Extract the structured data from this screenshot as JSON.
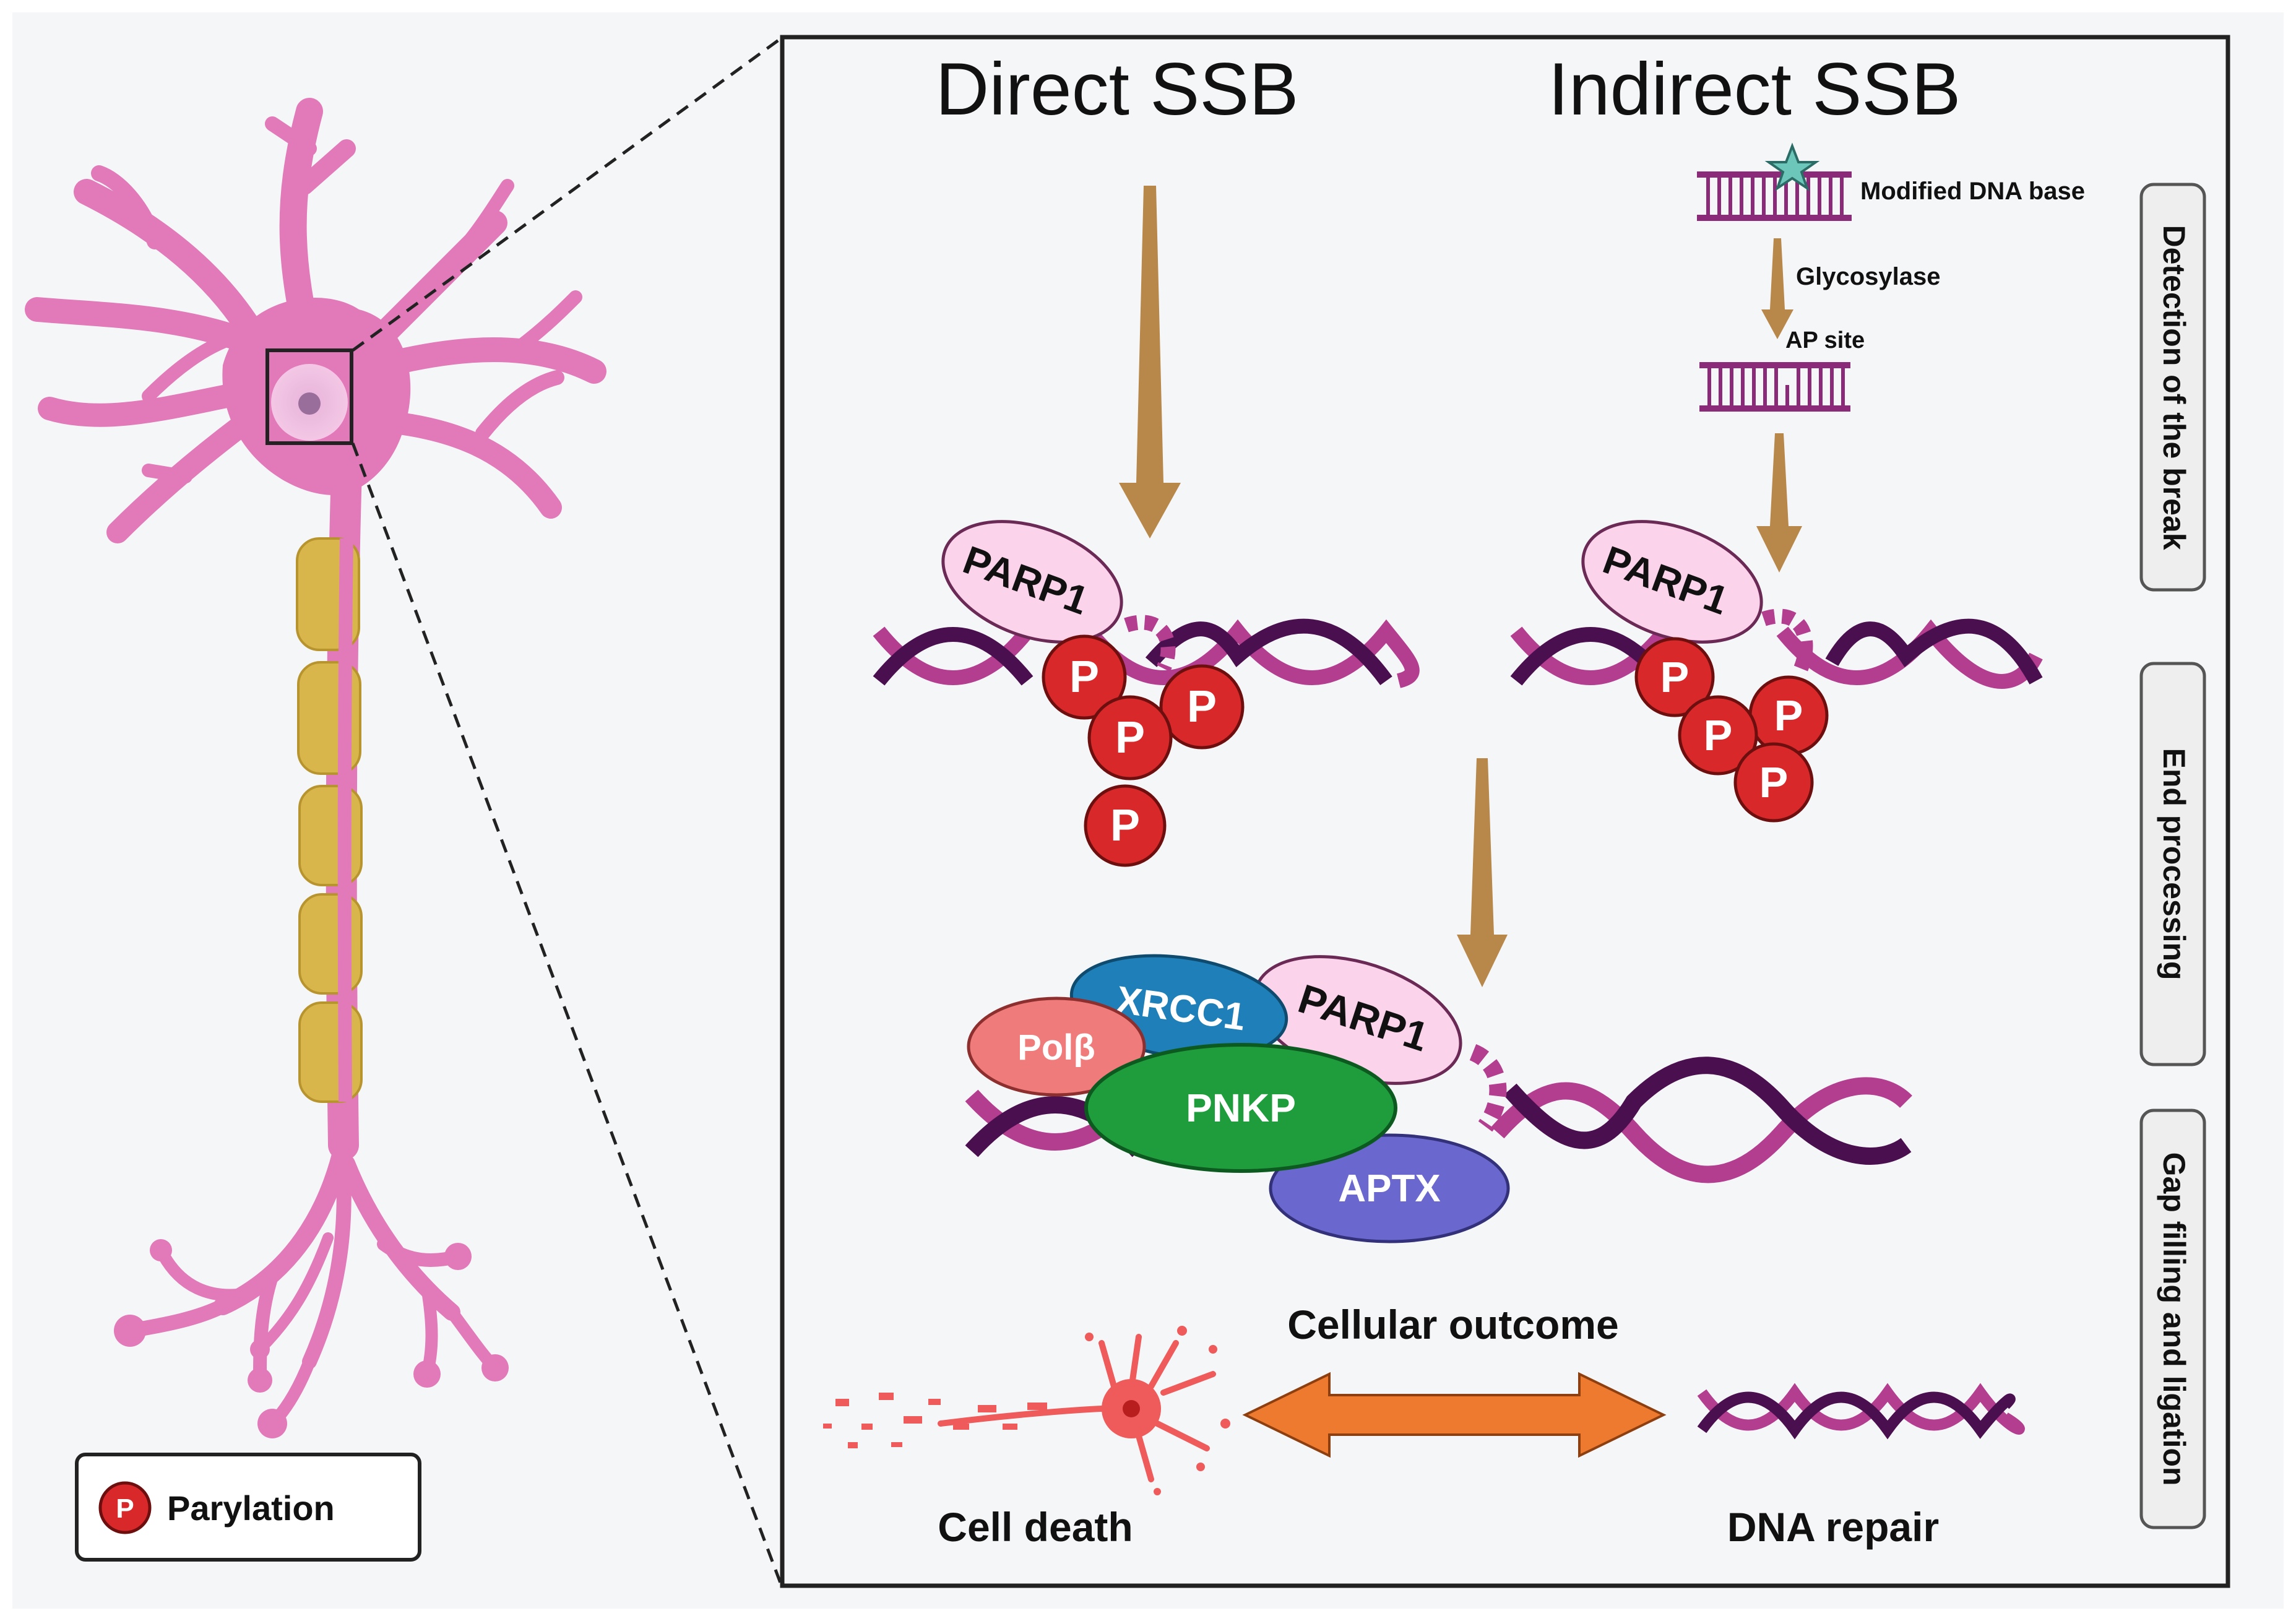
{
  "titles": {
    "direct": "Direct SSB",
    "indirect": "Indirect SSB"
  },
  "indirect_pathway": {
    "modified_base": "Modified DNA base",
    "glycosylase": "Glycosylase",
    "ap_site": "AP site"
  },
  "stages": {
    "detection": "Detection of the break",
    "end_processing": "End processing",
    "gap_filling": "Gap filling and ligation"
  },
  "proteins": {
    "parp1": "PARP1",
    "xrcc1": "XRCC1",
    "polb": "Polβ",
    "pnkp": "PNKP",
    "aptx": "APTX"
  },
  "parylation_mark": "P",
  "legend": {
    "label": "Parylation"
  },
  "outcome": {
    "title": "Cellular outcome",
    "cell_death": "Cell death",
    "dna_repair": "DNA repair"
  },
  "colors": {
    "neuron": "#e27ab9",
    "myelin": "#d9b64c",
    "parp1_fill": "#fbd3ea",
    "p_red": "#d8282a",
    "xrcc1": "#1f7fb8",
    "polb": "#f07b7b",
    "pnkp": "#1f9d3c",
    "aptx": "#6a68cf",
    "dna_dark": "#4a0f4e",
    "dna_light": "#b33d8f",
    "arrow": "#b8874a",
    "outcome_arrow": "#ee7a2f",
    "stage_box": "#eeeeee"
  }
}
